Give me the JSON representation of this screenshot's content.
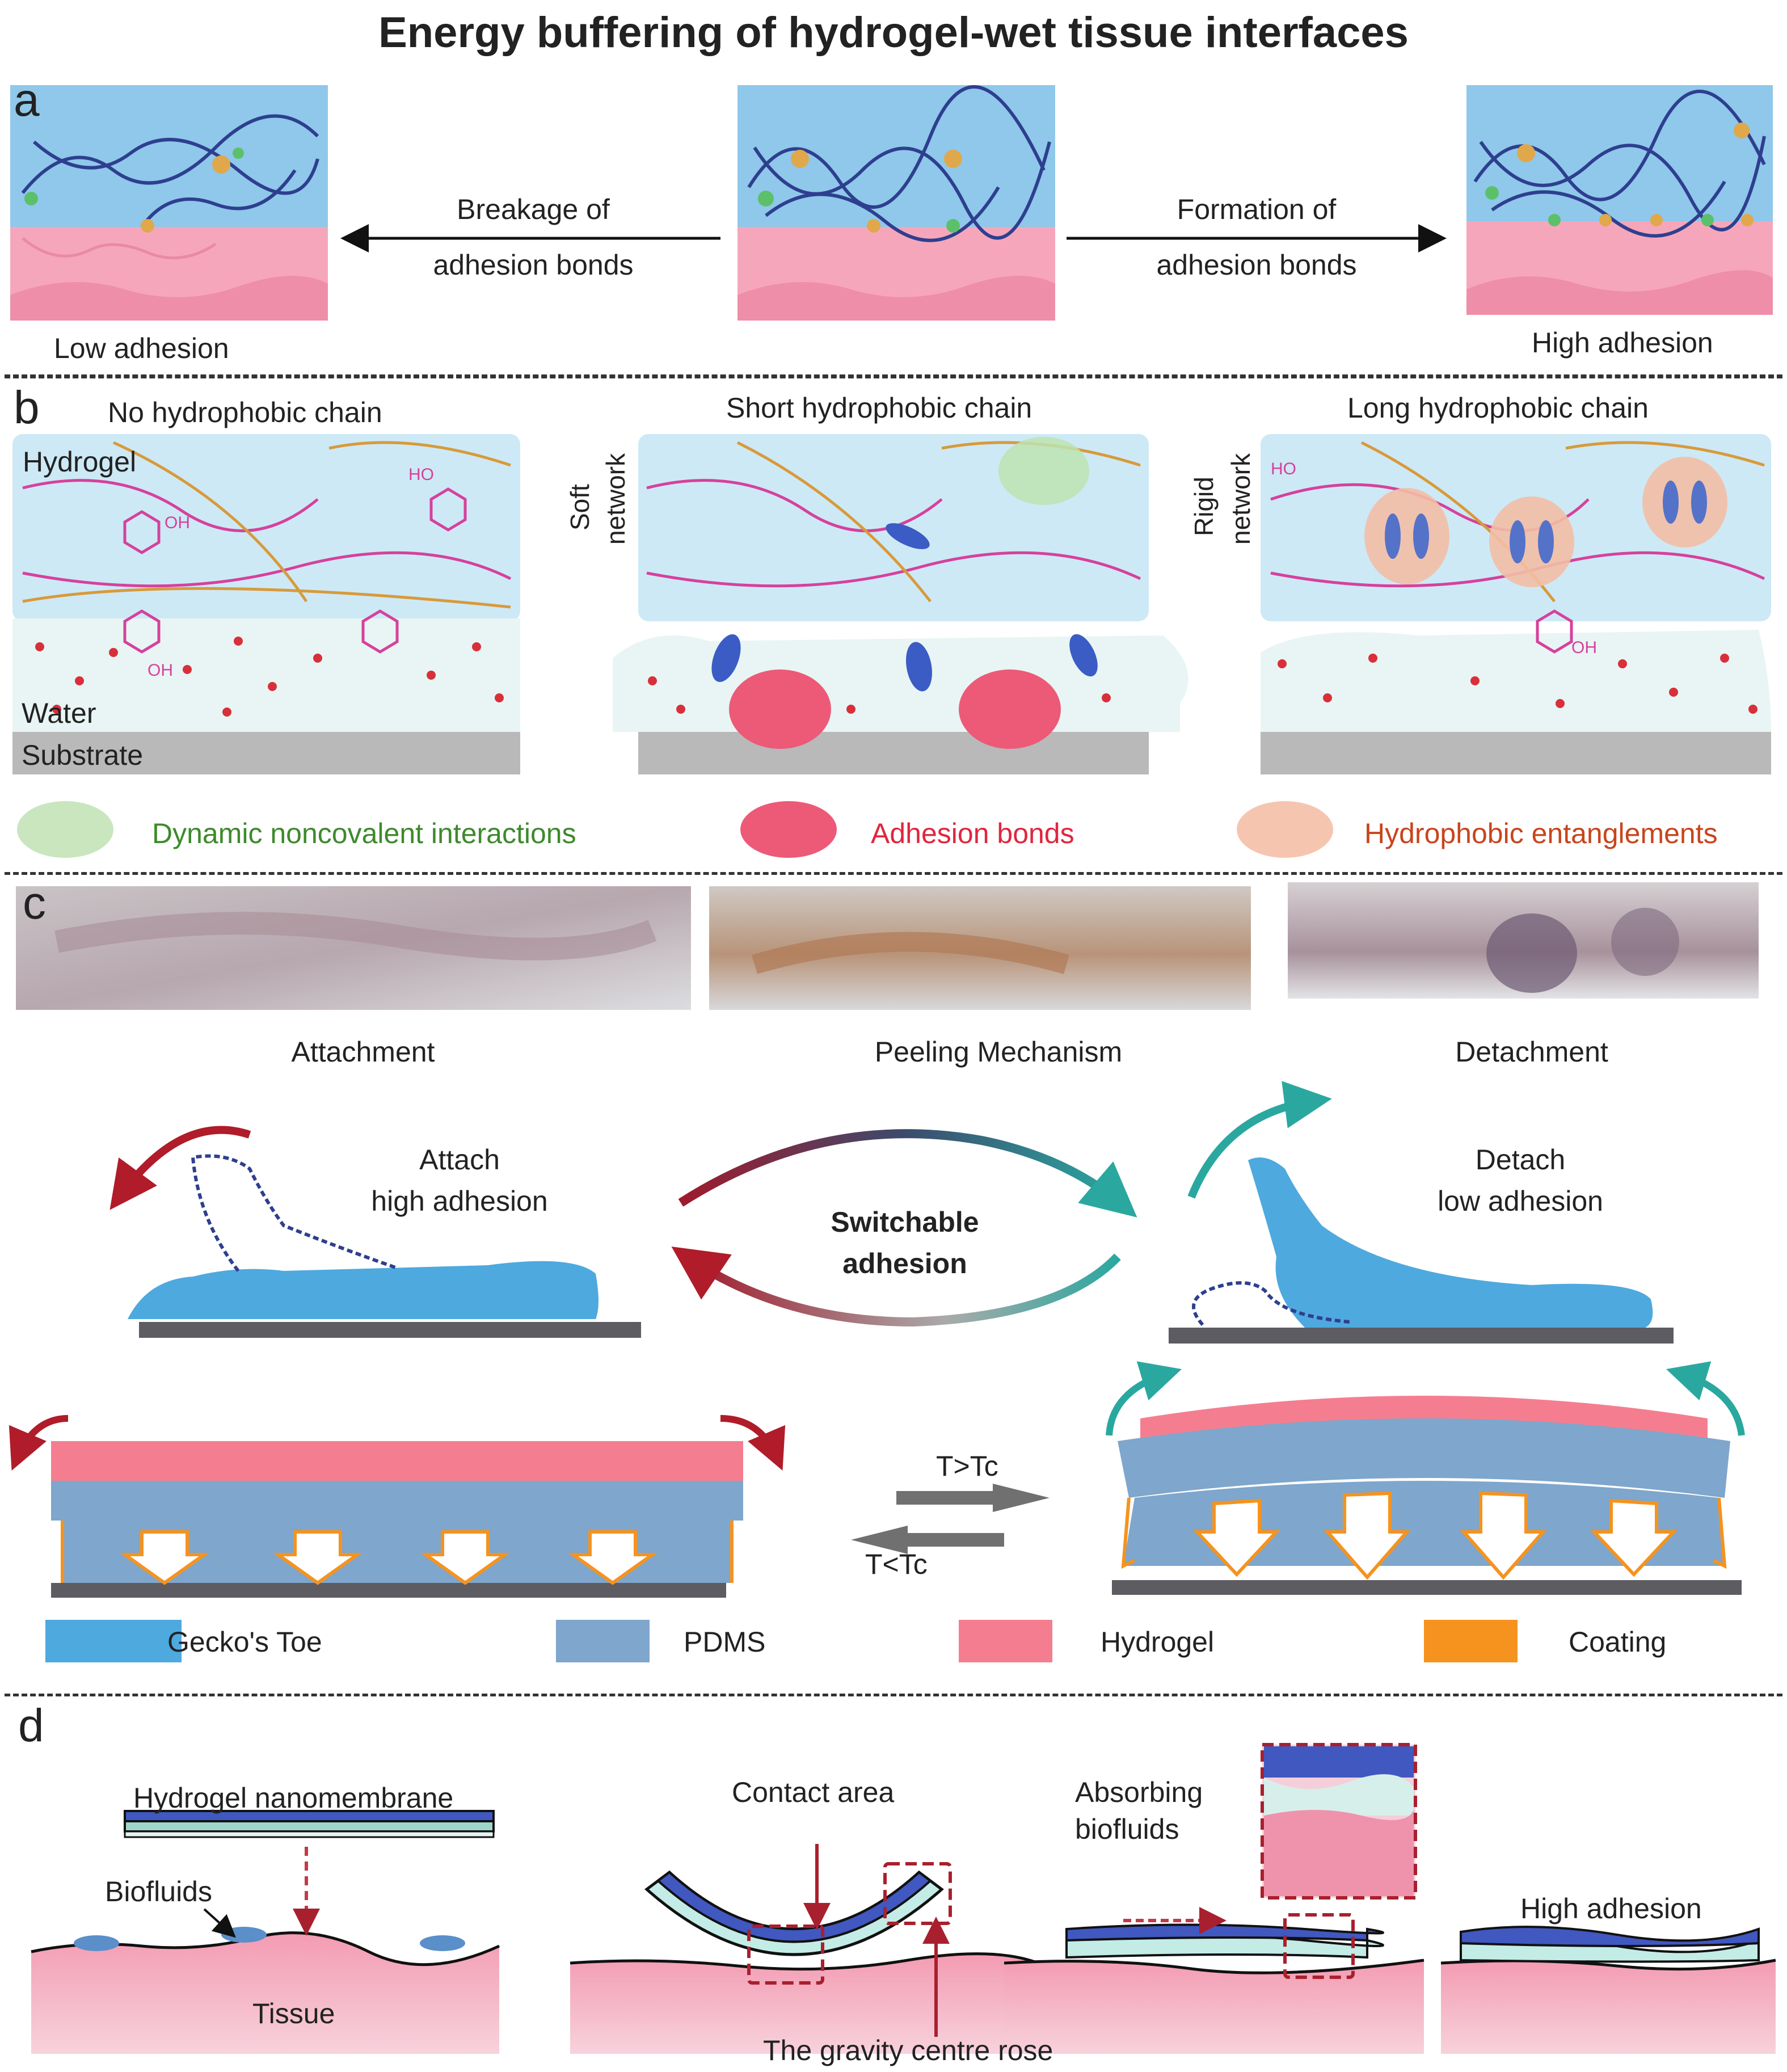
{
  "title": "Energy buffering of hydrogel-wet tissue interfaces",
  "panels": {
    "a": {
      "letter": "a",
      "left_caption": "Low adhesion",
      "right_caption": "High adhesion",
      "arrow_left_line1": "Breakage of",
      "arrow_left_line2": "adhesion bonds",
      "arrow_right_line1": "Formation of",
      "arrow_right_line2": "adhesion bonds"
    },
    "b": {
      "letter": "b",
      "col1_title": "No hydrophobic chain",
      "col2_title": "Short hydrophobic chain",
      "col3_title": "Long hydrophobic chain",
      "hydrogel_label": "Hydrogel",
      "water_label": "Water",
      "substrate_label": "Substrate",
      "soft_label_1": "Soft",
      "soft_label_2": "network",
      "rigid_label_1": "Rigid",
      "rigid_label_2": "network",
      "oh_label": "OH",
      "ho_label": "HO",
      "legend": [
        {
          "label": "Dynamic noncovalent interactions",
          "color": "#c9e6be",
          "text_color": "#3d8a2c"
        },
        {
          "label": "Adhesion bonds",
          "color": "#ec5a78",
          "text_color": "#e0263e"
        },
        {
          "label": "Hydrophobic entanglements",
          "color": "#f6c5b0",
          "text_color": "#c8451c"
        }
      ]
    },
    "c": {
      "letter": "c",
      "photo_captions": [
        "Attachment",
        "Peeling Mechanism",
        "Detachment"
      ],
      "attach_line1": "Attach",
      "attach_line2": "high adhesion",
      "detach_line1": "Detach",
      "detach_line2": "low adhesion",
      "center_line1": "Switchable",
      "center_line2": "adhesion",
      "temp_high": "T>Tc",
      "temp_low": "T<Tc",
      "legend": [
        {
          "label": "Gecko's Toe",
          "color": "#4ea9df"
        },
        {
          "label": "PDMS",
          "color": "#7fa6cc"
        },
        {
          "label": "Hydrogel",
          "color": "#f47e90"
        },
        {
          "label": "Coating",
          "color": "#f5931e"
        }
      ]
    },
    "d": {
      "letter": "d",
      "nanomembrane_label": "Hydrogel nanomembrane",
      "biofluids_label": "Biofluids",
      "tissue_label": "Tissue",
      "contact_area_label": "Contact area",
      "gravity_label": "The gravity centre rose",
      "absorbing_line1": "Absorbing",
      "absorbing_line2": "biofluids",
      "high_adhesion_label": "High adhesion"
    }
  },
  "colors": {
    "hydrogel_blue": "#7ec2e6",
    "tissue_pink": "#f29bb1",
    "chain_navy": "#2e3f8f",
    "gecko_blue": "#4ea9df",
    "dark_red": "#b01c2a",
    "teal": "#2aa8a0"
  }
}
